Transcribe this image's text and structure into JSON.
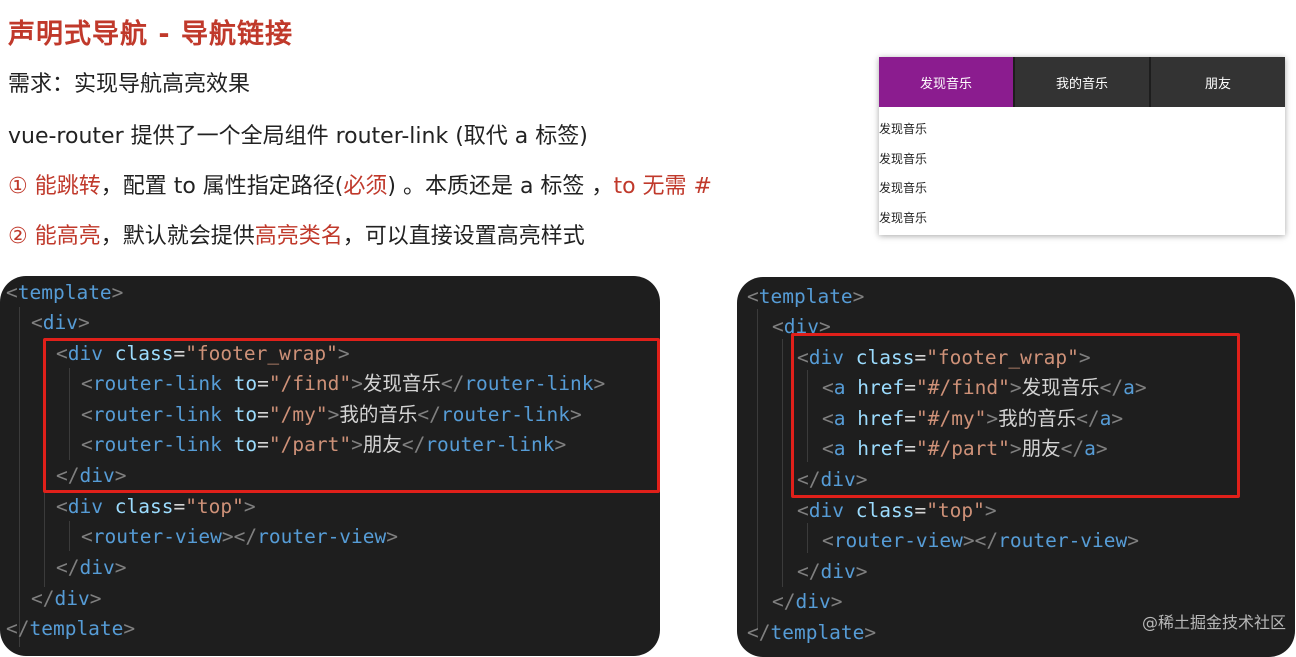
{
  "title": "声明式导航 - 导航链接",
  "lines": {
    "l1": "需求：实现导航高亮效果",
    "l2": "vue-router 提供了一个全局组件 router-link (取代 a 标签)",
    "l3_a": "① 能跳转",
    "l3_b": "，配置 to 属性指定路径(",
    "l3_c": "必须",
    "l3_d": ") 。本质还是 a 标签 ，",
    "l3_e": "to 无需 #",
    "l4_a": "② 能高亮",
    "l4_b": "，默认就会提供",
    "l4_c": "高亮类名",
    "l4_d": "，可以直接设置高亮样式"
  },
  "demo": {
    "tabs": [
      "发现音乐",
      "我的音乐",
      "朋友"
    ],
    "active_tab": 0,
    "items": [
      "发现音乐",
      "发现音乐",
      "发现音乐",
      "发现音乐"
    ]
  },
  "left_code": {
    "tag_template": "template",
    "tag_div": "div",
    "attr_class": "class",
    "val_footer": "\"footer_wrap\"",
    "val_top": "\"top\"",
    "tag_link": "router-link",
    "attr_to": "to",
    "val_find": "\"/find\"",
    "val_my": "\"/my\"",
    "val_part": "\"/part\"",
    "txt_find": "发现音乐",
    "txt_my": "我的音乐",
    "txt_part": "朋友",
    "tag_view": "router-view"
  },
  "right_code": {
    "tag_template": "template",
    "tag_div": "div",
    "attr_class": "class",
    "val_footer": "\"footer_wrap\"",
    "val_top": "\"top\"",
    "tag_a": "a",
    "attr_href": "href",
    "val_find": "\"#/find\"",
    "val_my": "\"#/my\"",
    "val_part": "\"#/part\"",
    "txt_find": "发现音乐",
    "txt_my": "我的音乐",
    "txt_part": "朋友",
    "tag_view": "router-view"
  },
  "watermark": "@稀土掘金技术社区",
  "colors": {
    "accent_red": "#c0392b",
    "highlight_box": "#e0201a",
    "active_tab": "#8b1c8f",
    "code_bg": "#1e1e1e"
  }
}
